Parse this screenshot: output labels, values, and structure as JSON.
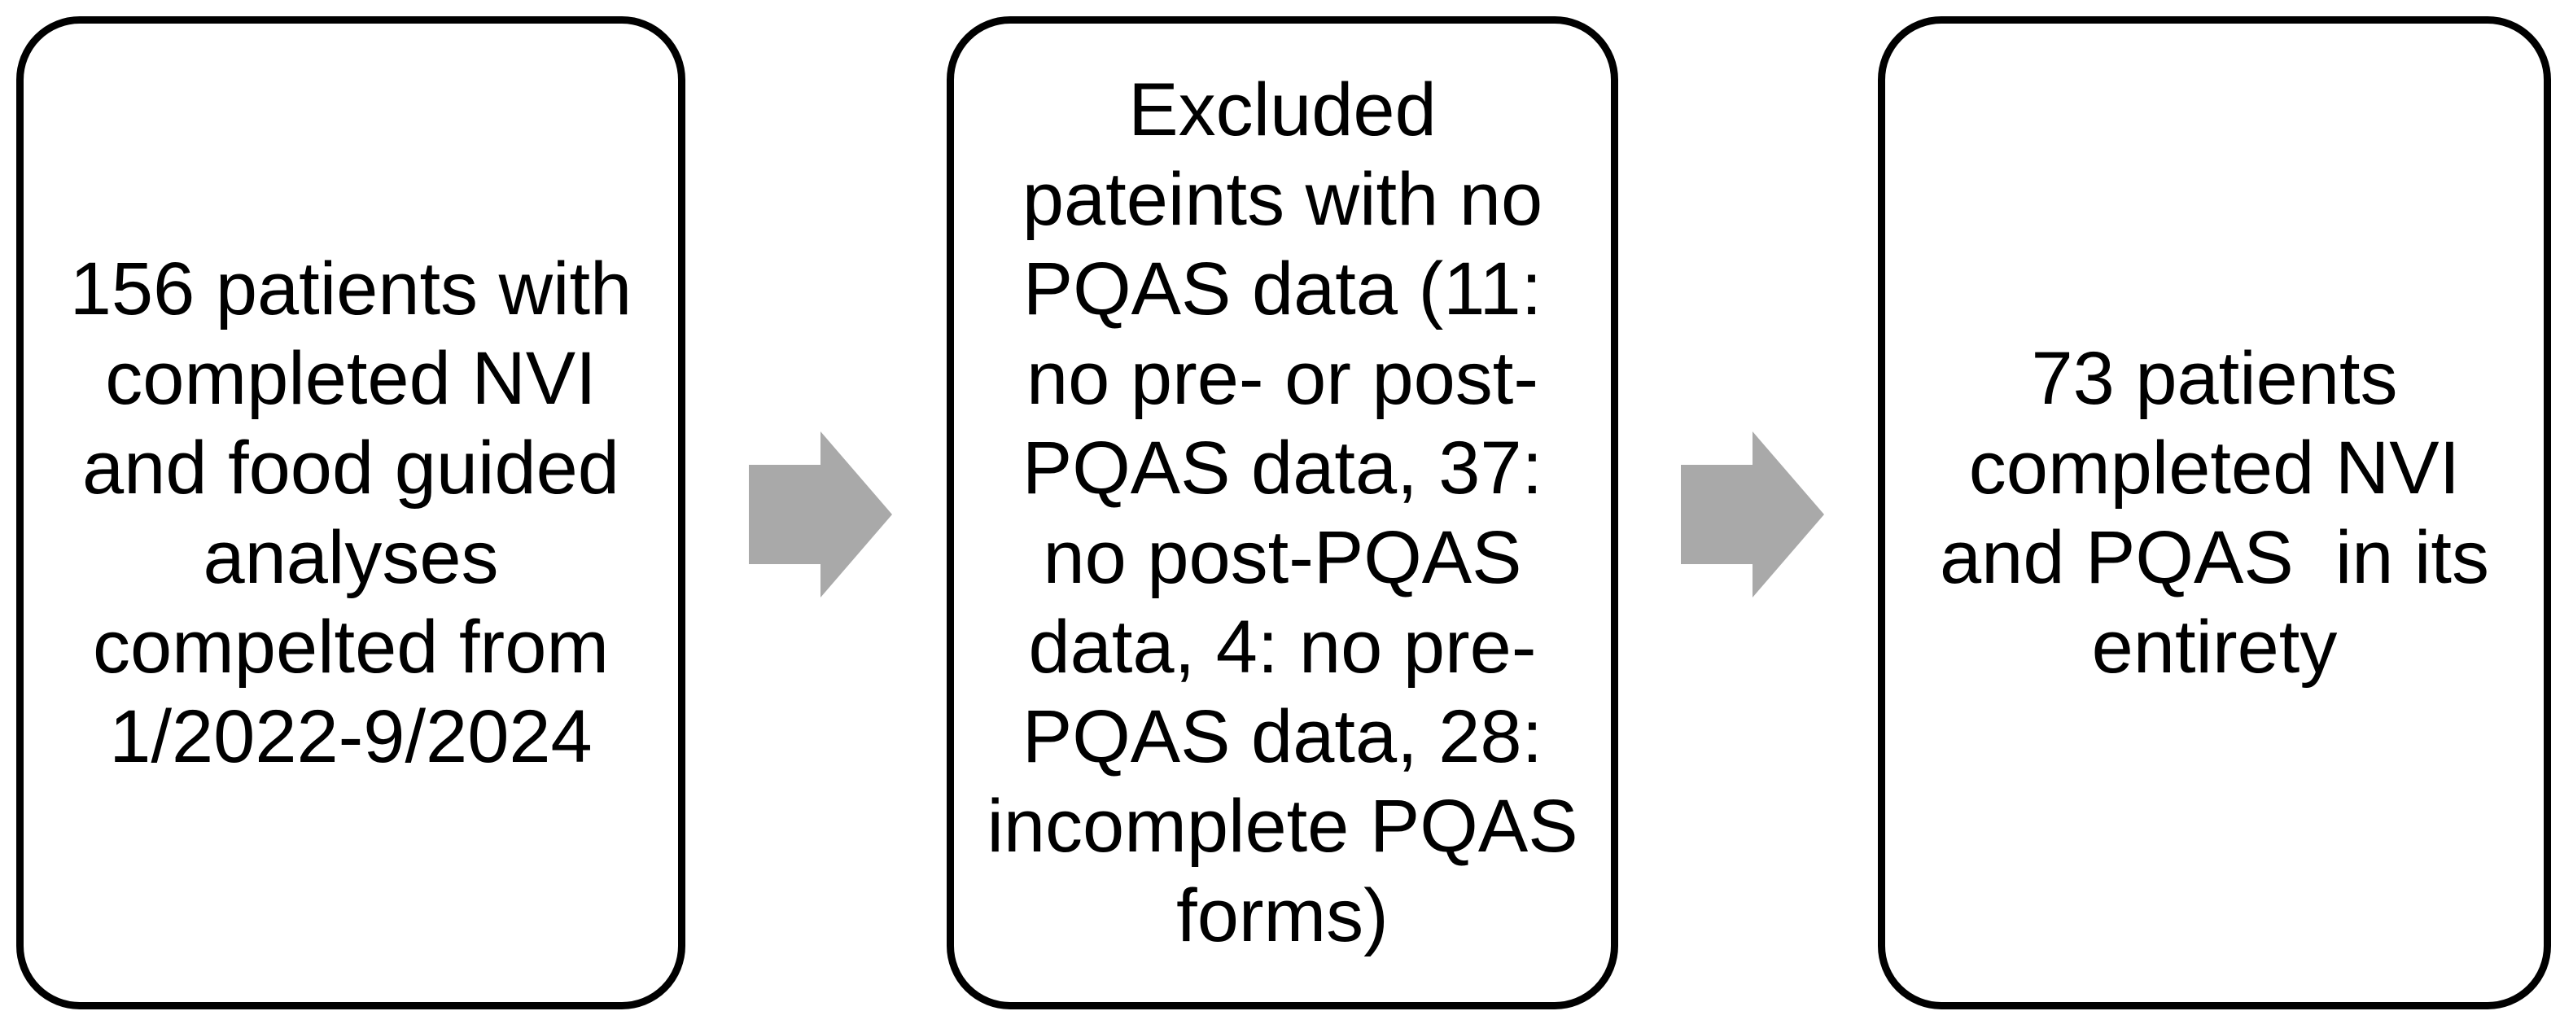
{
  "diagram": {
    "type": "patient-flow-diagram",
    "background_color": "#ffffff",
    "box_border_color": "#000000",
    "text_color": "#000000",
    "arrow_color": "#a9a9a9"
  },
  "boxes": [
    {
      "id": "initial-cohort",
      "text": "156 patients with\ncompleted NVI\nand food guided\nanalyses\ncompelted from\n1/2022-9/2024"
    },
    {
      "id": "exclusions",
      "text": "Excluded\npateints with no\nPQAS data (11:\nno pre- or post-\nPQAS data, 37:\nno post-PQAS\ndata, 4: no pre-\nPQAS data, 28:\nincomplete PQAS\nforms)"
    },
    {
      "id": "final-cohort",
      "text": "73 patients\ncompleted NVI\nand PQAS  in its\nentirety"
    }
  ],
  "arrows": [
    {
      "icon": "right-arrow-icon",
      "direction": "right"
    },
    {
      "icon": "right-arrow-icon",
      "direction": "right"
    }
  ]
}
